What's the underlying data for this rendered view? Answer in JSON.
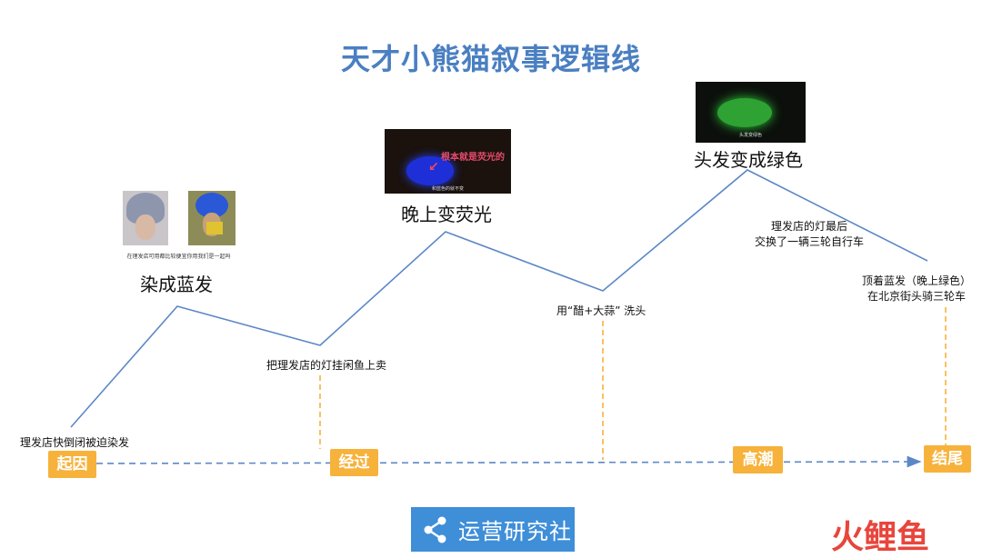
{
  "title": "天才小熊猫叙事逻辑线",
  "stages": [
    "起因",
    "经过",
    "高潮",
    "结尾"
  ],
  "events": {
    "shop_closing": "理发店快倒闭被迫染发",
    "dyed_blue": "染成蓝发",
    "sell_lamp": "把理发店的灯挂闲鱼上卖",
    "glow_night": "晚上变荧光",
    "wash_hair": "用“醋+大蒜” 洗头",
    "turned_green": "头发变成绿色",
    "lamp_swapped_line1": "理发店的灯最后",
    "lamp_swapped_line2": "交换了一辆三轮自行车",
    "ending_line1": "顶着蓝发（晚上绿色）",
    "ending_line2": "在北京街头骑三轮车"
  },
  "images": {
    "blue_photo_caption": "在理发店可用都比较便宜你用我们是一起吗",
    "glow_overlay": "根本就是荧光的",
    "glow_subtitle": "和蓝色的就不变",
    "green_subtitle": "头发变绿色"
  },
  "logo": {
    "text": "运营研究社"
  },
  "brand": {
    "part1": "火",
    "part2": "鲤鱼"
  },
  "colors": {
    "title": "#4a7fc1",
    "line": "#5b87c7",
    "dashed": "#f7b23b",
    "stage": "#f7b23b",
    "logo_bg": "#3f8ed8",
    "brand_red": "#e8453c"
  }
}
